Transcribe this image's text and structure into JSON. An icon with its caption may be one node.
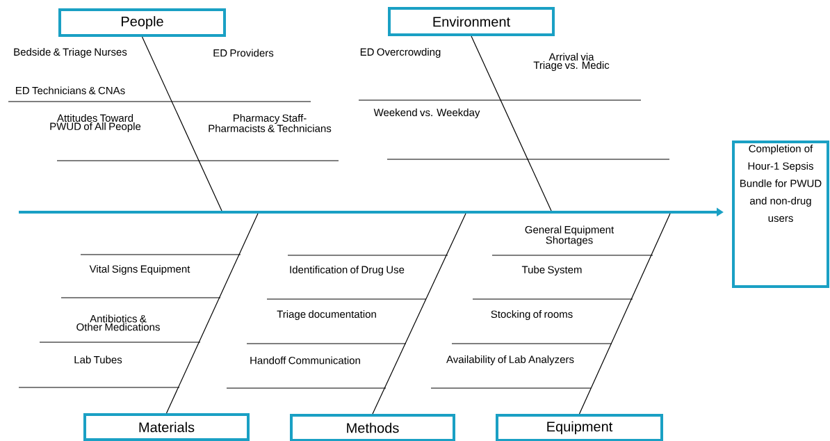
{
  "diagram": {
    "nodes": [
      {
        "text": [
          "People"
        ]
      },
      {
        "text": [
          "Environment"
        ]
      },
      {
        "text": [
          "Completion of Hour-1 Sepsis Bundle for PWUD and non-drug users"
        ]
      },
      {
        "text": [
          "Materials"
        ]
      },
      {
        "text": [
          "Methods"
        ]
      },
      {
        "text": [
          "Equipment"
        ]
      }
    ],
    "edges": [
      {
        "from": 0,
        "to": null,
        "arrow": "none"
      },
      {
        "from": 1,
        "to": null,
        "arrow": "none"
      },
      {
        "from": null,
        "to": 2,
        "arrow": "to",
        "style": "thick",
        "color": "#1aa0c4"
      },
      {
        "from": 3,
        "to": null,
        "arrow": "none"
      },
      {
        "from": 4,
        "to": null,
        "arrow": "none"
      },
      {
        "from": 5,
        "to": null,
        "arrow": "none"
      }
    ],
    "labels": [
      "Bedside & Triage Nurses",
      "ED Providers",
      "ED Overcrowding",
      "Arrival via Triage vs. Medic",
      "ED Technicians & CNAs",
      "Attitudes Toward PWUD of All People",
      "Pharmacy Staff- Pharmacists & Technicians",
      "Weekend vs. Weekday",
      "General Equipment Shortages",
      "Vital Signs Equipment",
      "Identification of Drug Use",
      "Tube System",
      "Antibiotics & Other Medications",
      "Triage documentation",
      "Stocking of rooms",
      "Lab Tubes",
      "Handoff Communication",
      "Availability of Lab Analyzers"
    ]
  }
}
